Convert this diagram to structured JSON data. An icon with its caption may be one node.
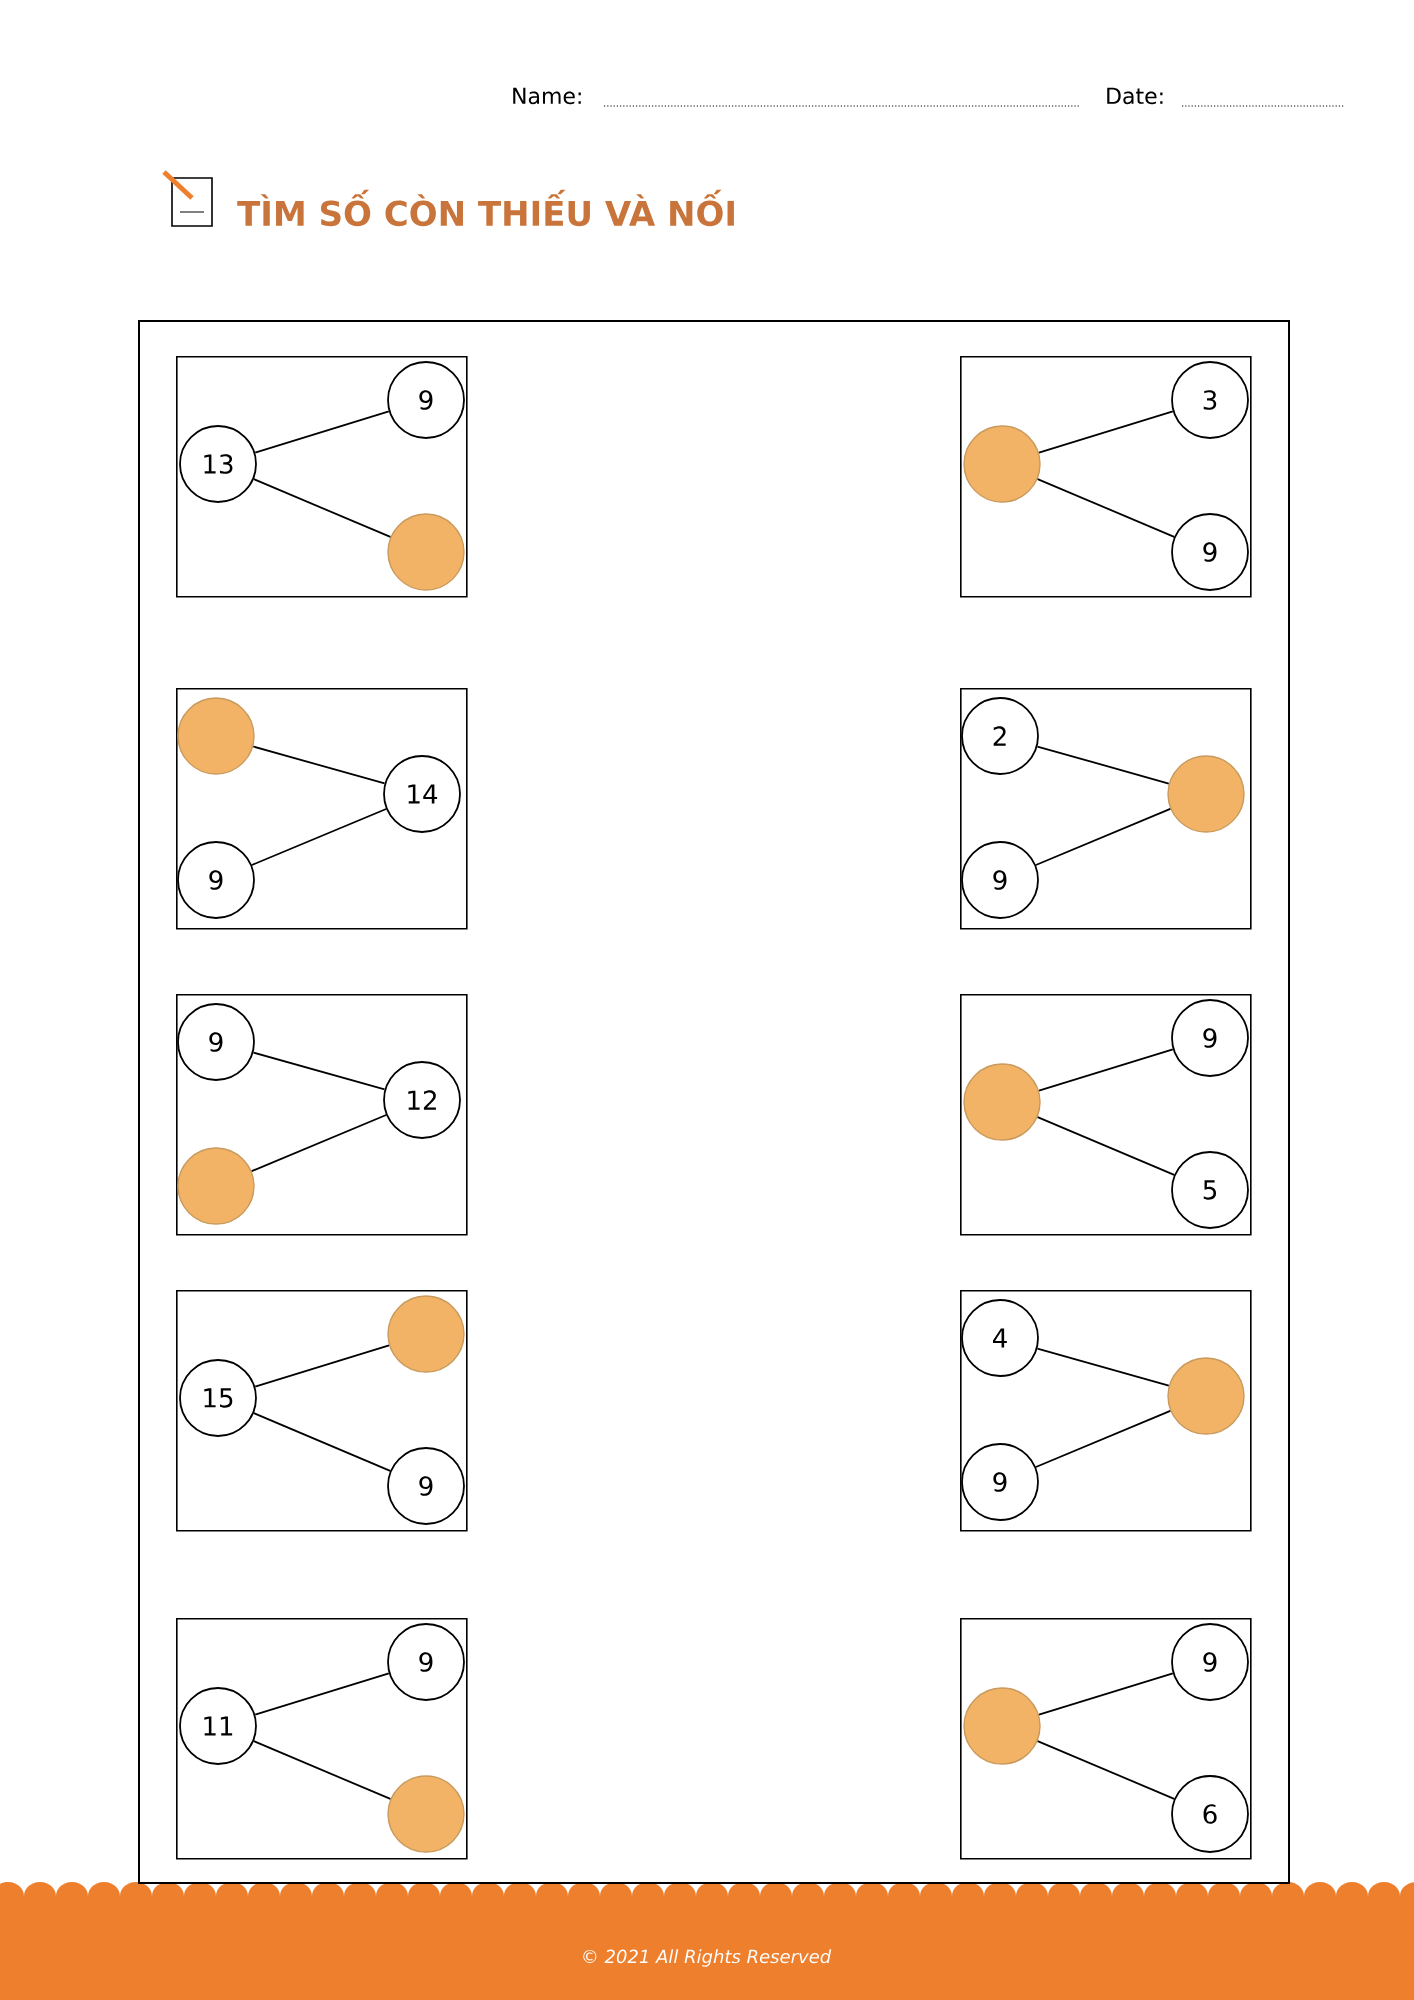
{
  "diagram": {
    "title": "TÌM SỐ CÒN THIẾU VÀ NỐI",
    "nodes": [
      {
        "text": [],
        "shape": "box"
      },
      {
        "text": [],
        "shape": "box",
        "in": 0
      },
      {
        "text": [
          "13"
        ],
        "in": 1
      },
      {
        "text": [
          "9"
        ],
        "in": 1
      },
      {
        "text": [],
        "shape": "circle",
        "in": 1
      },
      {
        "text": [],
        "shape": "box",
        "in": 0
      },
      {
        "text": [],
        "shape": "circle",
        "in": 5
      },
      {
        "text": [
          "3"
        ],
        "in": 5
      },
      {
        "text": [
          "9"
        ],
        "in": 5
      },
      {
        "text": [],
        "shape": "box",
        "in": 0
      },
      {
        "text": [],
        "shape": "circle",
        "in": 9
      },
      {
        "text": [
          "14"
        ],
        "in": 9
      },
      {
        "text": [
          "9"
        ],
        "in": 9
      },
      {
        "text": [],
        "shape": "box",
        "in": 0
      },
      {
        "text": [
          "2"
        ],
        "in": 13
      },
      {
        "text": [],
        "shape": "circle",
        "in": 13
      },
      {
        "text": [
          "9"
        ],
        "in": 13
      },
      {
        "text": [],
        "shape": "box",
        "in": 0
      },
      {
        "text": [
          "9"
        ],
        "in": 17
      },
      {
        "text": [
          "12"
        ],
        "in": 17
      },
      {
        "text": [],
        "shape": "circle",
        "in": 17
      },
      {
        "text": [],
        "shape": "box",
        "in": 0
      },
      {
        "text": [],
        "shape": "circle",
        "in": 21
      },
      {
        "text": [
          "9"
        ],
        "in": 21
      },
      {
        "text": [
          "5"
        ],
        "in": 21
      },
      {
        "text": [],
        "shape": "box",
        "in": 0
      },
      {
        "text": [
          "15"
        ],
        "in": 25
      },
      {
        "text": [],
        "shape": "circle",
        "in": 25
      },
      {
        "text": [
          "9"
        ],
        "in": 25
      },
      {
        "text": [],
        "shape": "box",
        "in": 0
      },
      {
        "text": [
          "4"
        ],
        "in": 29
      },
      {
        "text": [],
        "shape": "circle",
        "in": 29
      },
      {
        "text": [
          "9"
        ],
        "in": 29
      },
      {
        "text": [],
        "shape": "box",
        "in": 0
      },
      {
        "text": [
          "11"
        ],
        "in": 33
      },
      {
        "text": [
          "9"
        ],
        "in": 33
      },
      {
        "text": [],
        "shape": "circle",
        "in": 33
      },
      {
        "text": [],
        "shape": "box",
        "in": 0
      },
      {
        "text": [],
        "shape": "circle",
        "in": 37
      },
      {
        "text": [
          "9"
        ],
        "in": 37
      },
      {
        "text": [
          "6"
        ],
        "in": 37
      }
    ],
    "edges": [
      {
        "from": 2,
        "to": 3,
        "arrow": "none"
      },
      {
        "from": 2,
        "to": 4,
        "arrow": "none"
      },
      {
        "from": 6,
        "to": 7,
        "arrow": "none"
      },
      {
        "from": 6,
        "to": 8,
        "arrow": "none"
      },
      {
        "from": 11,
        "to": 10,
        "arrow": "none"
      },
      {
        "from": 11,
        "to": 12,
        "arrow": "none"
      },
      {
        "from": 15,
        "to": 14,
        "arrow": "none"
      },
      {
        "from": 15,
        "to": 16,
        "arrow": "none"
      },
      {
        "from": 19,
        "to": 18,
        "arrow": "none"
      },
      {
        "from": 19,
        "to": 20,
        "arrow": "none"
      },
      {
        "from": 22,
        "to": 23,
        "arrow": "none"
      },
      {
        "from": 22,
        "to": 24,
        "arrow": "none"
      },
      {
        "from": 26,
        "to": 27,
        "arrow": "none"
      },
      {
        "from": 26,
        "to": 28,
        "arrow": "none"
      },
      {
        "from": 31,
        "to": 30,
        "arrow": "none"
      },
      {
        "from": 31,
        "to": 32,
        "arrow": "none"
      },
      {
        "from": 34,
        "to": 35,
        "arrow": "none"
      },
      {
        "from": 34,
        "to": 36,
        "arrow": "none"
      },
      {
        "from": 38,
        "to": 39,
        "arrow": "none"
      },
      {
        "from": 38,
        "to": 40,
        "arrow": "none"
      }
    ],
    "labels": [
      "Name:",
      "Date:",
      "© 2021 All Rights Reserved"
    ]
  }
}
